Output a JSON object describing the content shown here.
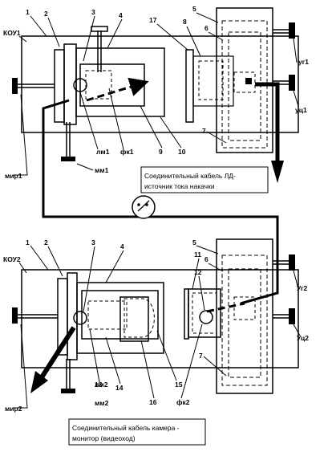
{
  "labels": {
    "n1_top": "1",
    "n2_top": "2",
    "n3_top": "3",
    "n4_top": "4",
    "n5_top": "5",
    "n6_top": "6",
    "n7_top": "7",
    "n8_top": "8",
    "n17": "17",
    "n9": "9",
    "n10": "10",
    "kou1": "КОУ1",
    "yr1": "уг1",
    "yu1": "уц1",
    "mp1": "мир1",
    "mm1": "мм1",
    "lm1": "лм1",
    "fk1": "фк1",
    "n1_bot": "1",
    "n2_bot": "2",
    "n3_bot": "3",
    "n4_bot": "4",
    "n5_bot": "5",
    "n6_bot": "6",
    "n7_bot": "7",
    "n11": "11",
    "n12": "12",
    "n13": "13",
    "n14": "14",
    "n15": "15",
    "n16": "16",
    "kou2": "КОУ2",
    "yr2": "Уг2",
    "yu2": "Уц2",
    "mp2": "мир2",
    "mm2": "мм2",
    "lm2": "лм2",
    "fk2": "фк2"
  },
  "captions": {
    "cable_ld_line1": "Соединительный кабель ЛД-",
    "cable_ld_line2": "источник тока накачки",
    "cable_cam_line1": "Соединительный кабель камера -",
    "cable_cam_line2": "монитор (видеоход)"
  }
}
